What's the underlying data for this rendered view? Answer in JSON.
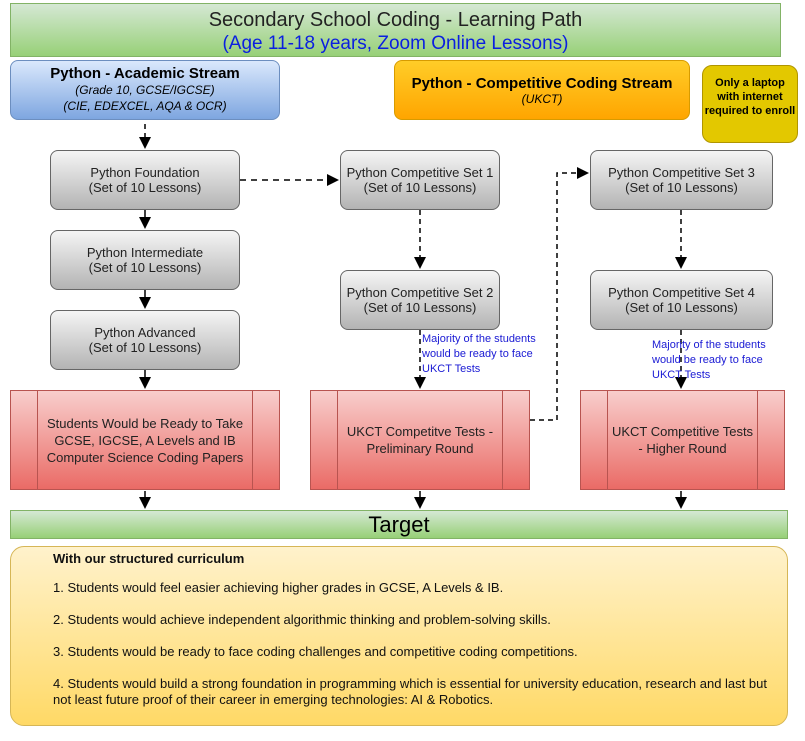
{
  "header": {
    "title": "Secondary School Coding - Learning Path",
    "subtitle": "(Age 11-18 years, Zoom Online Lessons)"
  },
  "academic_stream": {
    "title": "Python - Academic Stream",
    "line1": "(Grade 10, GCSE/IGCSE)",
    "line2": "(CIE, EDEXCEL, AQA & OCR)"
  },
  "competitive_stream": {
    "title": "Python - Competitive Coding Stream",
    "subtitle": "(UKCT)"
  },
  "note": "Only a laptop with internet required to enroll",
  "lesson_sub": "(Set of 10 Lessons)",
  "lessons": {
    "foundation": "Python Foundation",
    "intermediate": "Python Intermediate",
    "advanced": "Python Advanced",
    "comp1": "Python Competitive Set 1",
    "comp2": "Python Competitive Set 2",
    "comp3": "Python Competitive Set 3",
    "comp4": "Python Competitive Set 4"
  },
  "outcomes": {
    "academic": "Students Would be Ready to Take GCSE, IGCSE, A Levels and IB Computer Science Coding Papers",
    "preliminary": "UKCT Competitve Tests - Preliminary Round",
    "higher": "UKCT Competitive Tests - Higher Round"
  },
  "majority_note": "Majority of the students would be ready to face UKCT Tests",
  "target": "Target",
  "curriculum": {
    "heading": "With our structured curriculum",
    "points": [
      "1. Students would feel easier achieving higher grades in GCSE, A Levels & IB.",
      "2. Students would achieve independent algorithmic thinking and problem-solving skills.",
      "3. Students would be ready to face coding challenges and competitive coding competitions.",
      "4. Students would build a strong foundation in programming which is essential for university education, research and last but not least future proof of their career in emerging technologies: AI & Robotics."
    ]
  }
}
